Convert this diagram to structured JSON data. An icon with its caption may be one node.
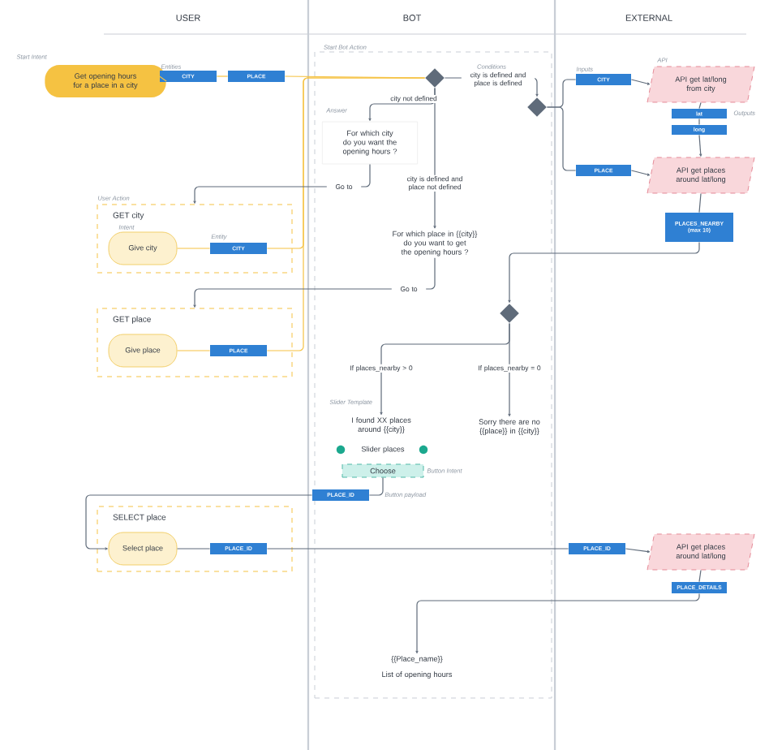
{
  "diagram": {
    "nodes": [
      {
        "text": [
          "Get opening hours for a place in a city"
        ],
        "beside": [
          "Start Intent"
        ]
      },
      {
        "text": [
          "CITY"
        ],
        "beside": [
          "Entities"
        ]
      },
      {
        "text": [
          "PLACE"
        ]
      },
      {
        "text": [
          "Start Bot Action"
        ]
      },
      {
        "text": [],
        "shape": "diamond",
        "in": 3
      },
      {
        "text": [],
        "shape": "diamond",
        "in": 3
      },
      {
        "text": [
          "For which city do you want the opening hours ?"
        ],
        "beside": [
          "Answer"
        ],
        "in": 3
      },
      {
        "text": [
          "For which place in {{city}} do you want to get the opening hours ?"
        ],
        "in": 3
      },
      {
        "text": [
          "GET city"
        ],
        "beside": [
          "User Action"
        ]
      },
      {
        "text": [
          "Give city"
        ],
        "beside": [
          "Intent"
        ],
        "in": 8
      },
      {
        "text": [
          "CITY"
        ],
        "beside": [
          "Entity"
        ],
        "in": 8
      },
      {
        "text": [
          "GET place"
        ]
      },
      {
        "text": [
          "Give place"
        ],
        "in": 11
      },
      {
        "text": [
          "PLACE"
        ],
        "in": 11
      },
      {
        "text": [
          "CITY"
        ],
        "beside": [
          "Inputs"
        ]
      },
      {
        "text": [
          "API get lat/long from city"
        ],
        "beside": [
          "API"
        ]
      },
      {
        "text": [
          "lat"
        ],
        "beside": [
          "Outputs"
        ]
      },
      {
        "text": [
          "long"
        ]
      },
      {
        "text": [
          "PLACE"
        ]
      },
      {
        "text": [
          "API get places around lat/long"
        ]
      },
      {
        "text": [
          "PLACES_NEARBY (max 10)"
        ]
      },
      {
        "text": [],
        "shape": "diamond",
        "in": 3
      },
      {
        "text": [
          "I found XX places around {{city}}"
        ],
        "beside": [
          "Slider Template"
        ],
        "in": 3
      },
      {
        "text": [
          "Slider places"
        ],
        "in": 3
      },
      {
        "text": [
          "Choose"
        ],
        "beside": [
          "Button Intent"
        ],
        "in": 3
      },
      {
        "text": [
          "PLACE_ID"
        ],
        "beside": [
          "Button payload"
        ],
        "in": 3
      },
      {
        "text": [
          "Sorry there are no {{place}} in {{city}}"
        ],
        "in": 3
      },
      {
        "text": [
          "SELECT place"
        ]
      },
      {
        "text": [
          "Select place"
        ],
        "in": 27
      },
      {
        "text": [
          "PLACE_ID"
        ],
        "in": 27
      },
      {
        "text": [
          "PLACE_ID"
        ]
      },
      {
        "text": [
          "API get places around lat/long"
        ]
      },
      {
        "text": [
          "PLACE_DETAILS"
        ]
      },
      {
        "text": [
          "{{Place_name}}",
          "List of opening hours"
        ],
        "in": 3
      }
    ],
    "edges": [
      {
        "from": 0,
        "to": 1,
        "arrow": "none",
        "color": "#f5c242"
      },
      {
        "from": 1,
        "to": 2,
        "arrow": "none",
        "color": "#f5c242"
      },
      {
        "from": 2,
        "to": 4,
        "arrow": "none",
        "color": "#f5c242"
      },
      {
        "from": 9,
        "to": 10,
        "arrow": "none",
        "color": "#f5c242"
      },
      {
        "from": 10,
        "to": 4,
        "arrow": "none",
        "color": "#f5c242"
      },
      {
        "from": 12,
        "to": 13,
        "arrow": "none",
        "color": "#f5c242"
      },
      {
        "from": 13,
        "to": 4,
        "arrow": "none",
        "color": "#f5c242"
      },
      {
        "from": 4,
        "to": 6,
        "arrow": "to",
        "label": "city not defined"
      },
      {
        "from": 4,
        "to": 5,
        "arrow": "to",
        "label": "city is defined and place is defined"
      },
      {
        "from": 4,
        "to": 7,
        "arrow": "to",
        "label": "city is defined and place not defined"
      },
      {
        "from": 6,
        "to": 8,
        "arrow": "to",
        "label": "Go to"
      },
      {
        "from": 7,
        "to": 11,
        "arrow": "to",
        "label": "Go to"
      },
      {
        "from": 5,
        "to": 14,
        "arrow": "none"
      },
      {
        "from": 5,
        "to": 18,
        "arrow": "none"
      },
      {
        "from": 14,
        "to": 15,
        "arrow": "to"
      },
      {
        "from": 15,
        "to": 16,
        "arrow": "none"
      },
      {
        "from": 16,
        "to": 17,
        "arrow": "none"
      },
      {
        "from": 17,
        "to": 19,
        "arrow": "to"
      },
      {
        "from": 18,
        "to": 19,
        "arrow": "to"
      },
      {
        "from": 19,
        "to": 20,
        "arrow": "none"
      },
      {
        "from": 20,
        "to": 21,
        "arrow": "to"
      },
      {
        "from": 21,
        "to": 22,
        "arrow": "to",
        "label": "If places_nearby > 0"
      },
      {
        "from": 21,
        "to": 26,
        "arrow": "to",
        "label": "If places_nearby = 0"
      },
      {
        "from": 24,
        "to": 25,
        "arrow": "none"
      },
      {
        "from": 25,
        "to": 28,
        "arrow": "to"
      },
      {
        "from": 28,
        "to": 29,
        "arrow": "none"
      },
      {
        "from": 29,
        "to": 30,
        "arrow": "none"
      },
      {
        "from": 30,
        "to": 31,
        "arrow": "to"
      },
      {
        "from": 31,
        "to": 32,
        "arrow": "none"
      },
      {
        "from": 32,
        "to": 33,
        "arrow": "to"
      }
    ],
    "labels": [
      "USER",
      "BOT",
      "EXTERNAL",
      "Conditions"
    ]
  }
}
